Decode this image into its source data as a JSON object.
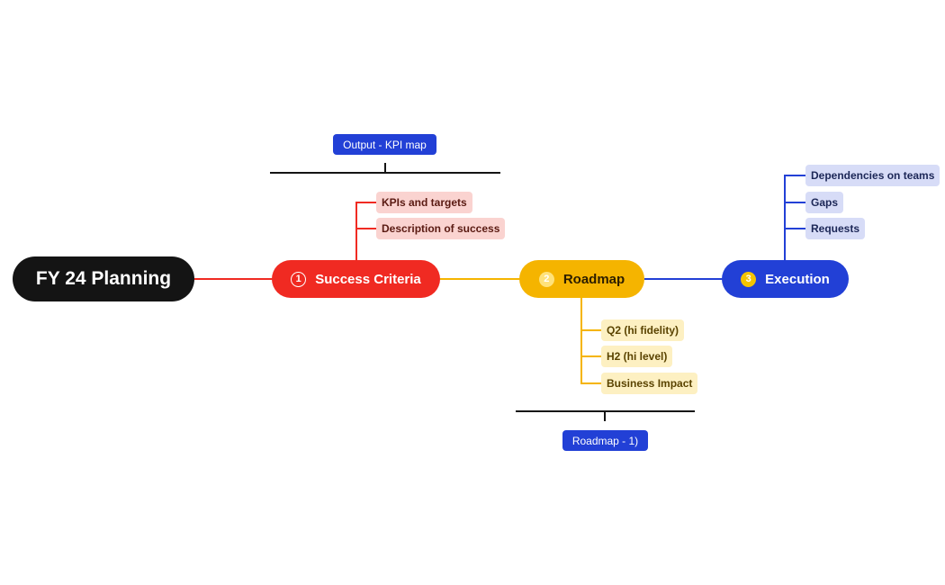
{
  "root": {
    "label": "FY 24 Planning"
  },
  "branches": {
    "success": {
      "number": "1",
      "label": "Success Criteria",
      "color": "#f02a22",
      "children": [
        "KPIs and targets",
        "Description of success"
      ],
      "callout": "Output - KPI map"
    },
    "roadmap": {
      "number": "2",
      "label": "Roadmap",
      "color": "#f5b400",
      "children": [
        "Q2 (hi fidelity)",
        "H2 (hi level)",
        "Business Impact"
      ],
      "callout": "Roadmap - 1)"
    },
    "execution": {
      "number": "3",
      "label": "Execution",
      "color": "#2240d6",
      "children": [
        "Dependencies on teams",
        "Gaps",
        "Requests"
      ]
    }
  },
  "colors": {
    "root": "#141414",
    "connector_root": "#f02a22",
    "connector_roadmap": "#f5b400",
    "connector_execution": "#2240d6",
    "callout_bg": "#2240d6",
    "rule": "#141414"
  }
}
